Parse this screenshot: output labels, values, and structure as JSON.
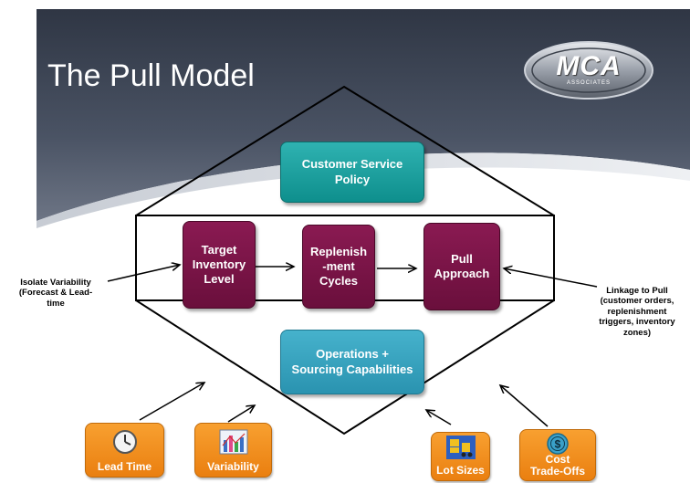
{
  "slide": {
    "title": "The Pull Model",
    "logo": {
      "main": "MCA",
      "sub": "ASSOCIATES"
    }
  },
  "boxes": {
    "customer_service": "Customer Service\nPolicy",
    "target_inventory": "Target\nInventory\nLevel",
    "replenishment": "Replenish\n-ment\nCycles",
    "pull_approach": "Pull\nApproach",
    "operations": "Operations +\nSourcing Capabilities"
  },
  "side_labels": {
    "left": "Isolate Variability\n(Forecast & Lead-\ntime",
    "right": "Linkage to Pull\n(customer orders,\nreplenishment\ntriggers, inventory\nzones)"
  },
  "bottom_items": [
    {
      "label": "Lead Time",
      "icon": "clock-icon"
    },
    {
      "label": "Variability",
      "icon": "bar-chart-icon"
    },
    {
      "label": "Lot Sizes",
      "icon": "forklift-icon"
    },
    {
      "label": "Cost\nTrade-Offs",
      "icon": "dollar-coin-icon"
    }
  ],
  "colors": {
    "header_bg": "#3c4454",
    "teal": "#1aa19f",
    "maroon": "#7a1446",
    "blue": "#35a3be",
    "orange": "#f59220"
  }
}
